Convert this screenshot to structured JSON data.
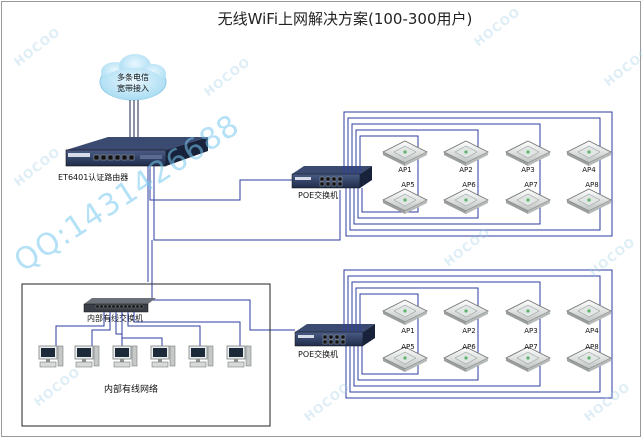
{
  "title": "无线WiFi上网解决方案(100-300用户)",
  "cloud": {
    "line1": "多条电信",
    "line2": "宽带接入"
  },
  "router": {
    "label": "ET6401认证路由器"
  },
  "poe_switch_top": {
    "label": "POE交换机"
  },
  "poe_switch_bottom": {
    "label": "POE交换机"
  },
  "wired_switch": {
    "label": "内部有线交换机"
  },
  "wired_network": {
    "label": "内部有线网络"
  },
  "ap_group_top": [
    "AP1",
    "AP2",
    "AP3",
    "AP4",
    "AP5",
    "AP6",
    "AP7",
    "AP8"
  ],
  "ap_group_bottom": [
    "AP1",
    "AP2",
    "AP3",
    "AP4",
    "AP5",
    "AP6",
    "AP7",
    "AP8"
  ],
  "watermark": {
    "qq": "QQ:1431426688",
    "brand": "HOCOO"
  },
  "colors": {
    "cable_blue": "#2c3da0",
    "cable_dark": "#3c4a66",
    "router_body": "#2e3f66"
  }
}
